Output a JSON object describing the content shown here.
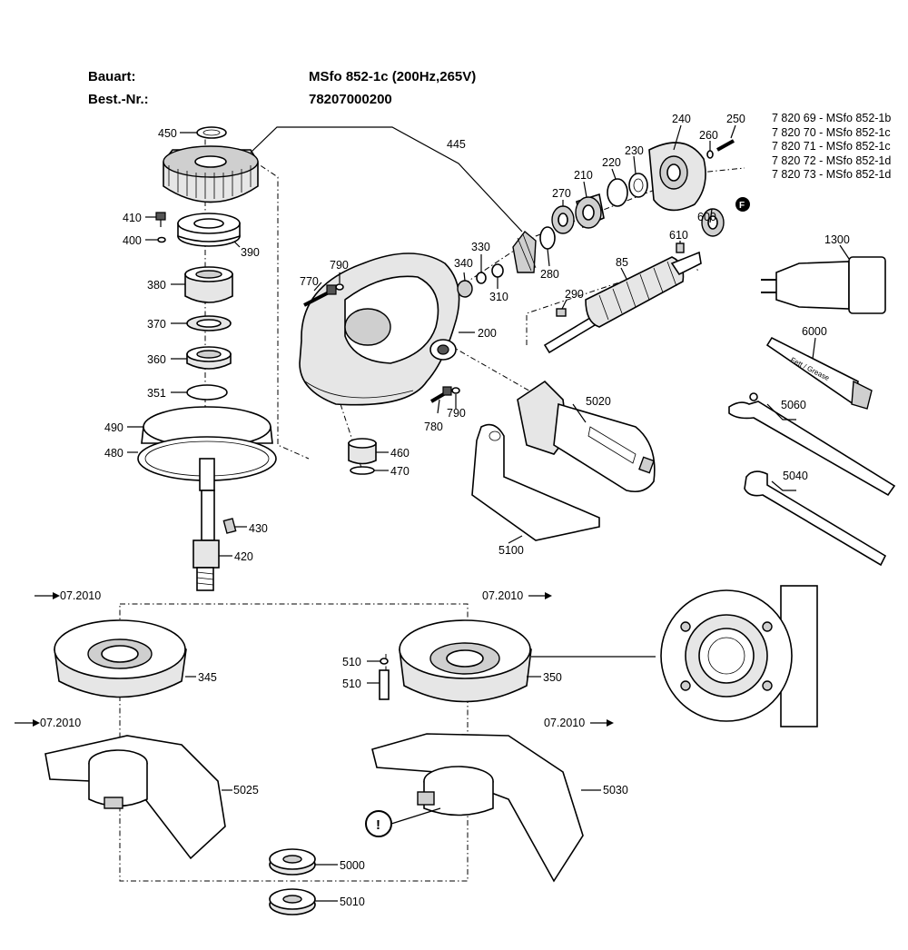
{
  "header": {
    "bauart_label": "Bauart:",
    "bauart_value": "MSfo 852-1c (200Hz,265V)",
    "bestnr_label": "Best.-Nr.:",
    "bestnr_value": "78207000200"
  },
  "variants": [
    "7 820 69 - MSfo 852-1b",
    "7 820 70 - MSfo 852-1c",
    "7 820 71 - MSfo 852-1c",
    "7 820 72 - MSfo 852-1d",
    "7 820 73 - MSfo 852-1d"
  ],
  "callouts": {
    "p450": "450",
    "p410": "410",
    "p400": "400",
    "p390": "390",
    "p380": "380",
    "p370": "370",
    "p360": "360",
    "p351": "351",
    "p490": "490",
    "p480": "480",
    "p430": "430",
    "p420": "420",
    "p445": "445",
    "p770": "770",
    "p790a": "790",
    "p790b": "790",
    "p780": "780",
    "p200": "200",
    "p460": "460",
    "p470": "470",
    "p340": "340",
    "p330": "330",
    "p310": "310",
    "p280": "280",
    "p270": "270",
    "p210": "210",
    "p220": "220",
    "p230": "230",
    "p240": "240",
    "p250": "250",
    "p260": "260",
    "p610": "610",
    "p600": "600",
    "p85": "85",
    "p290": "290",
    "p1300": "1300",
    "p6000": "6000",
    "p5060": "5060",
    "p5040": "5040",
    "p5020": "5020",
    "p5100": "5100",
    "p345": "345",
    "p350": "350",
    "p510a": "510",
    "p510b": "510",
    "p5025": "5025",
    "p5030": "5030",
    "p5000": "5000",
    "p5010": "5010",
    "ref1": "07.2010",
    "ref2": "07.2010",
    "ref3": "07.2010",
    "ref4": "07.2010"
  },
  "grease_tube_text": "Fett / Grease",
  "grease_symbol": "F",
  "warning_symbol": "!"
}
